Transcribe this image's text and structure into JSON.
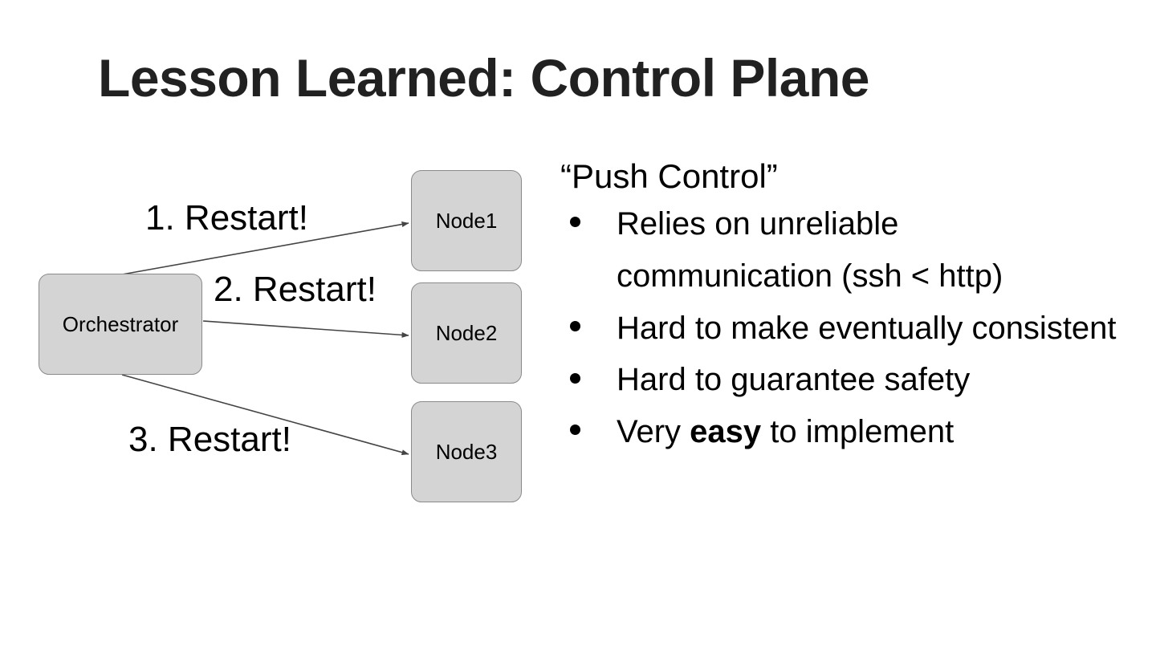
{
  "slide": {
    "title": "Lesson Learned: Control Plane",
    "background_color": "#ffffff",
    "title_color": "#212121"
  },
  "diagram": {
    "node_fill_color": "#d4d4d4",
    "node_border_color": "#8a8a8a",
    "edge_color": "#444444",
    "orchestrator": {
      "label": "Orchestrator"
    },
    "nodes": [
      {
        "label": "Node1"
      },
      {
        "label": "Node2"
      },
      {
        "label": "Node3"
      }
    ],
    "edge_labels": [
      {
        "label": "1. Restart!"
      },
      {
        "label": "2. Restart!"
      },
      {
        "label": "3. Restart!"
      }
    ]
  },
  "panel": {
    "heading": "“Push Control”",
    "bullets": [
      {
        "text_before": "Relies on unreliable communication (ssh < http)",
        "bold": "",
        "text_after": ""
      },
      {
        "text_before": "Hard to make eventually consistent",
        "bold": "",
        "text_after": ""
      },
      {
        "text_before": "Hard to guarantee safety",
        "bold": "",
        "text_after": ""
      },
      {
        "text_before": "Very ",
        "bold": "easy",
        "text_after": " to implement"
      }
    ]
  }
}
